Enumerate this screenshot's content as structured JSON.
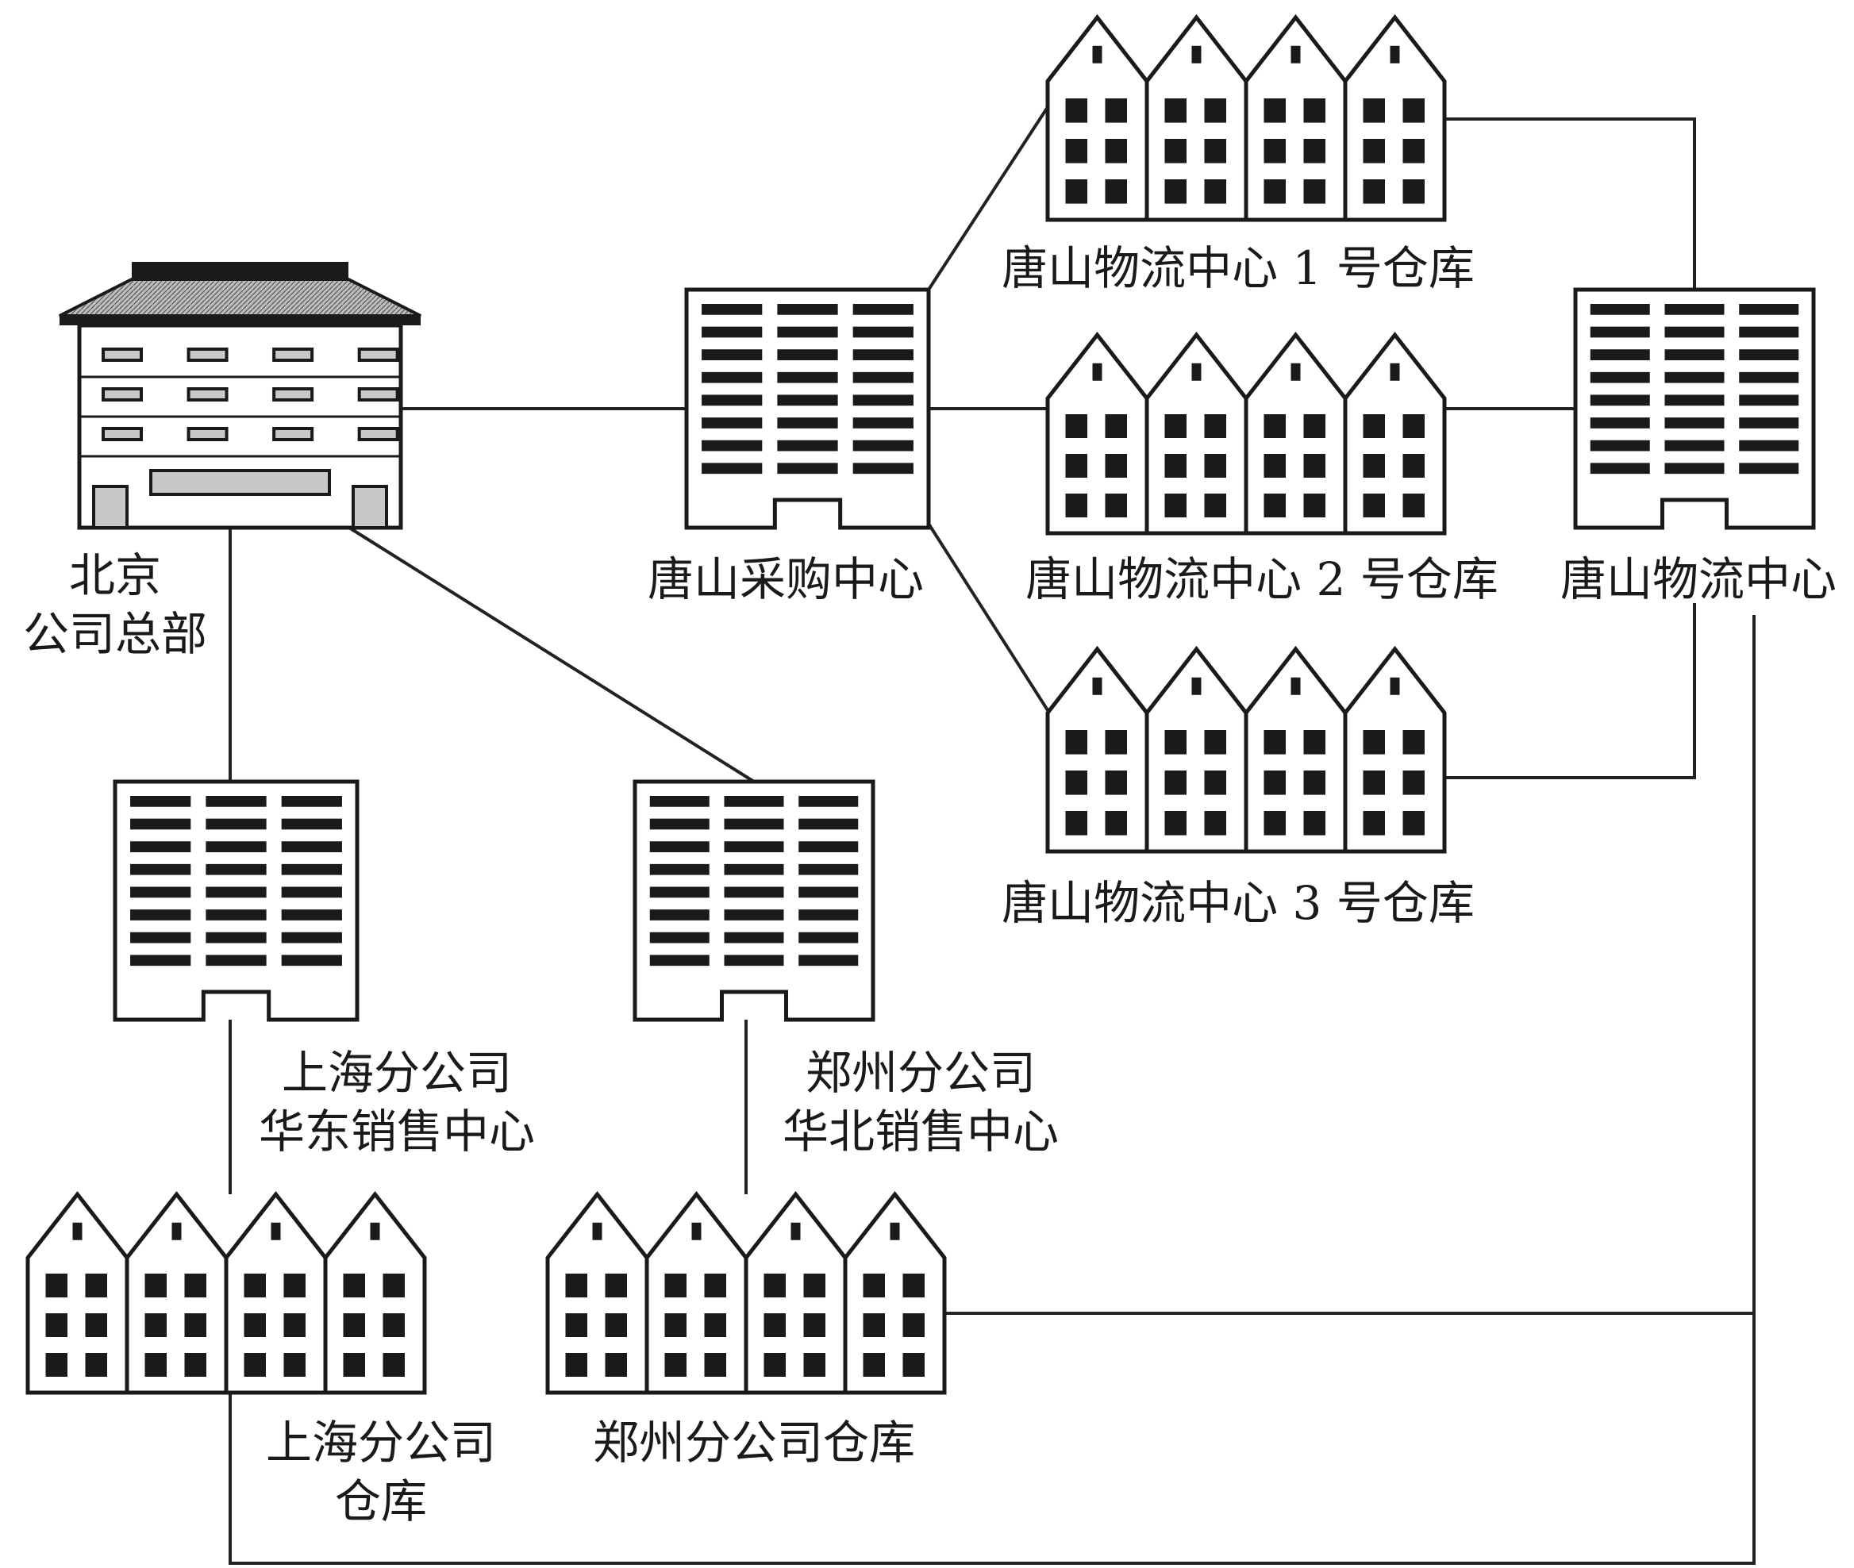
{
  "nodes": {
    "hq": {
      "lines": [
        "北京",
        "公司总部"
      ]
    },
    "purchase": {
      "lines": [
        "唐山采购中心"
      ]
    },
    "wh1": {
      "lines": [
        "唐山物流中心 1 号仓库"
      ]
    },
    "wh2": {
      "lines": [
        "唐山物流中心 2 号仓库"
      ]
    },
    "wh3": {
      "lines": [
        "唐山物流中心 3 号仓库"
      ]
    },
    "logistics": {
      "lines": [
        "唐山物流中心"
      ]
    },
    "shanghai_sales": {
      "lines": [
        "上海分公司",
        "华东销售中心"
      ]
    },
    "zhengzhou_sales": {
      "lines": [
        "郑州分公司",
        "华北销售中心"
      ]
    },
    "shanghai_wh": {
      "lines": [
        "上海分公司",
        "仓库"
      ]
    },
    "zhengzhou_wh": {
      "lines": [
        "郑州分公司仓库"
      ]
    }
  },
  "edges": [
    [
      "hq",
      "purchase"
    ],
    [
      "hq",
      "shanghai_sales"
    ],
    [
      "hq",
      "zhengzhou_sales"
    ],
    [
      "purchase",
      "wh1"
    ],
    [
      "purchase",
      "wh2"
    ],
    [
      "purchase",
      "wh3"
    ],
    [
      "wh1",
      "logistics"
    ],
    [
      "wh2",
      "logistics"
    ],
    [
      "wh3",
      "logistics"
    ],
    [
      "shanghai_sales",
      "shanghai_wh"
    ],
    [
      "zhengzhou_sales",
      "zhengzhou_wh"
    ],
    [
      "zhengzhou_wh",
      "logistics"
    ],
    [
      "shanghai_wh",
      "logistics"
    ]
  ]
}
